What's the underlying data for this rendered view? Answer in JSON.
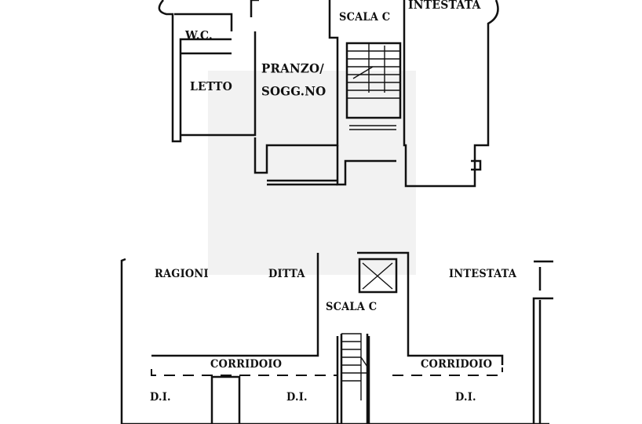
{
  "upper_floor": {
    "rooms": {
      "intestata": "INTESTATA",
      "scala": "SCALA C",
      "wc": "W.C.",
      "letto": "LETTO",
      "pranzo_line1": "PRANZO/",
      "pranzo_line2": "SOGG.NO"
    }
  },
  "lower_floor": {
    "rooms": {
      "ragioni": "RAGIONI",
      "ditta": "DITTA",
      "intestata": "INTESTATA",
      "scala": "SCALA C",
      "corridoio_left": "CORRIDOIO",
      "corridoio_right": "CORRIDOIO",
      "di_left": "D.I.",
      "di_center": "D.I.",
      "di_right": "D.I."
    }
  }
}
